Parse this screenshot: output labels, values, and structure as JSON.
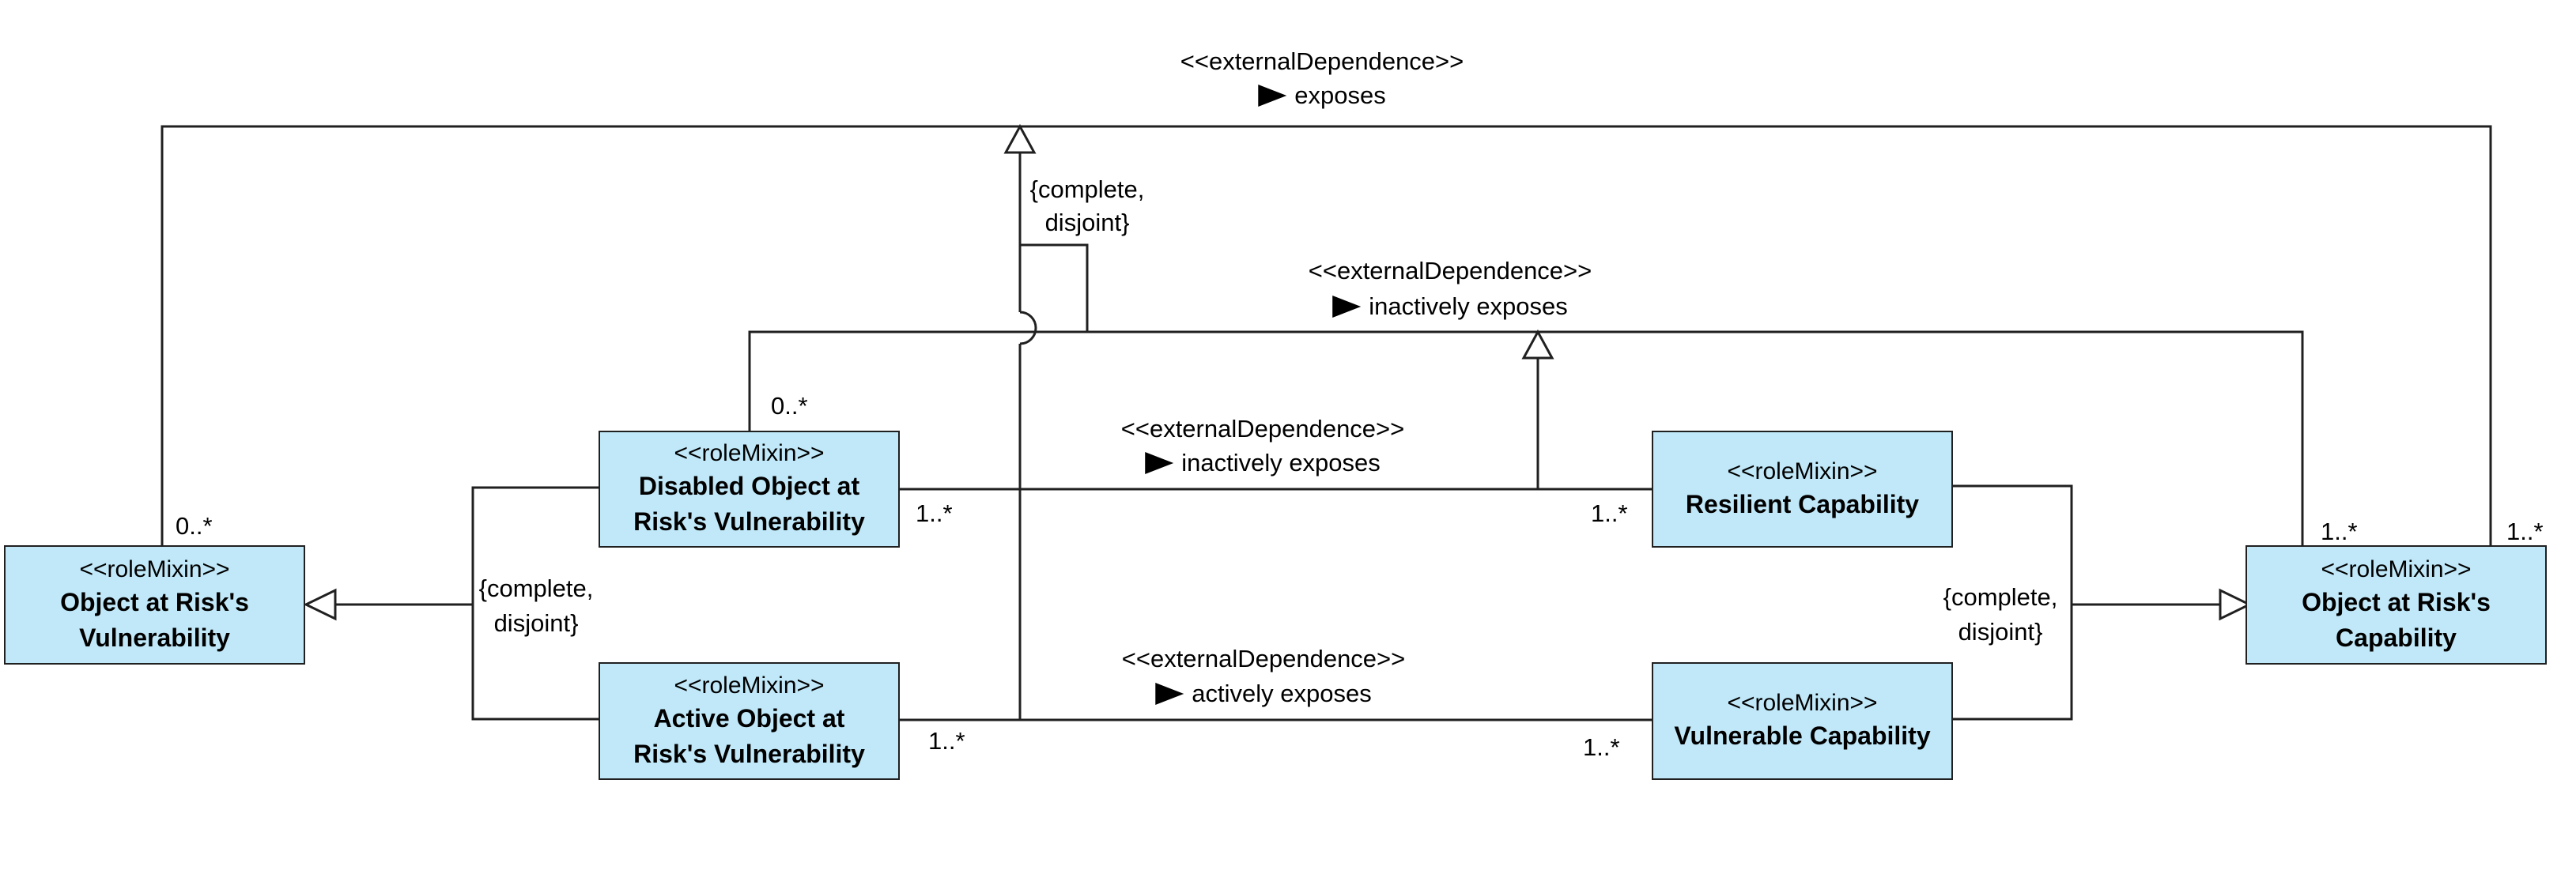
{
  "stereotypes": {
    "role_mixin": "<<roleMixin>>",
    "external_dependence": "<<externalDependence>>"
  },
  "classes": {
    "object_at_risks_vulnerability": {
      "line1": "Object at Risk's",
      "line2": "Vulnerability"
    },
    "disabled_object": {
      "line1": "Disabled Object at",
      "line2": "Risk's Vulnerability"
    },
    "active_object": {
      "line1": "Active Object at",
      "line2": "Risk's Vulnerability"
    },
    "resilient_capability": {
      "line1": "Resilient Capability"
    },
    "vulnerable_capability": {
      "line1": "Vulnerable Capability"
    },
    "object_at_risks_capability": {
      "line1": "Object at Risk's",
      "line2": "Capability"
    }
  },
  "relations": {
    "exposes": "exposes",
    "inactively_exposes_top": "inactively exposes",
    "inactively_exposes_mid": "inactively exposes",
    "actively_exposes": "actively exposes"
  },
  "constraints": {
    "line1": "{complete,",
    "line2": "disjoint}"
  },
  "multiplicities": {
    "zero_many": "0..*",
    "one_many": "1..*"
  },
  "colors": {
    "class_fill": "#c0e8f8",
    "line": "#202020"
  }
}
